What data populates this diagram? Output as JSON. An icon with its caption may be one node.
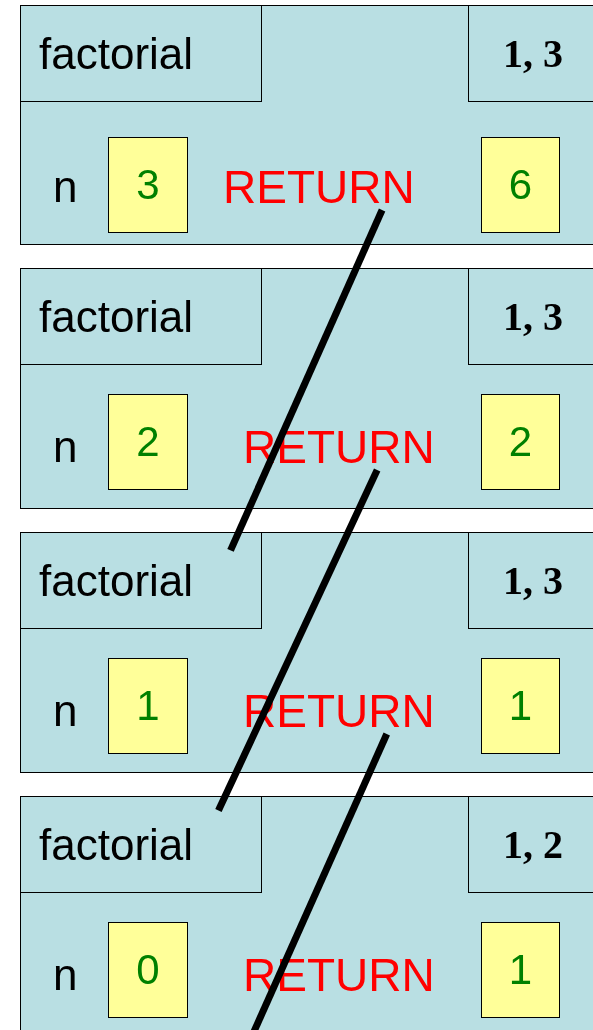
{
  "diagram": {
    "nodes": [
      {
        "text": [],
        "shape": "box"
      },
      {
        "text": [
          "factorial"
        ],
        "in": 0
      },
      {
        "text": [
          "1, 3"
        ],
        "in": 0
      },
      {
        "text": [
          "3"
        ],
        "in": 0,
        "beside": [
          "n"
        ]
      },
      {
        "text": [
          "RETURN"
        ],
        "in": 0
      },
      {
        "text": [
          "6"
        ],
        "in": 0
      },
      {
        "text": [],
        "shape": "box"
      },
      {
        "text": [
          "factorial"
        ],
        "in": 6
      },
      {
        "text": [
          "1, 3"
        ],
        "in": 6
      },
      {
        "text": [
          "2"
        ],
        "in": 6,
        "beside": [
          "n"
        ]
      },
      {
        "text": [
          "RETURN"
        ],
        "in": 6
      },
      {
        "text": [
          "2"
        ],
        "in": 6
      },
      {
        "text": [],
        "shape": "box"
      },
      {
        "text": [
          "factorial"
        ],
        "in": 12
      },
      {
        "text": [
          "1, 3"
        ],
        "in": 12
      },
      {
        "text": [
          "1"
        ],
        "in": 12,
        "beside": [
          "n"
        ]
      },
      {
        "text": [
          "RETURN"
        ],
        "in": 12
      },
      {
        "text": [
          "1"
        ],
        "in": 12
      },
      {
        "text": [],
        "shape": "box"
      },
      {
        "text": [
          "factorial"
        ],
        "in": 18
      },
      {
        "text": [
          "1, 2"
        ],
        "in": 18
      },
      {
        "text": [
          "0"
        ],
        "in": 18,
        "beside": [
          "n"
        ]
      },
      {
        "text": [
          "RETURN"
        ],
        "in": 18
      },
      {
        "text": [
          "1"
        ],
        "in": 18
      }
    ],
    "edges": [
      {
        "from": 4,
        "to": 13,
        "arrow": "none"
      },
      {
        "from": 10,
        "to": 19,
        "arrow": "none"
      },
      {
        "from": 16,
        "to": 18,
        "arrow": "none"
      }
    ]
  }
}
